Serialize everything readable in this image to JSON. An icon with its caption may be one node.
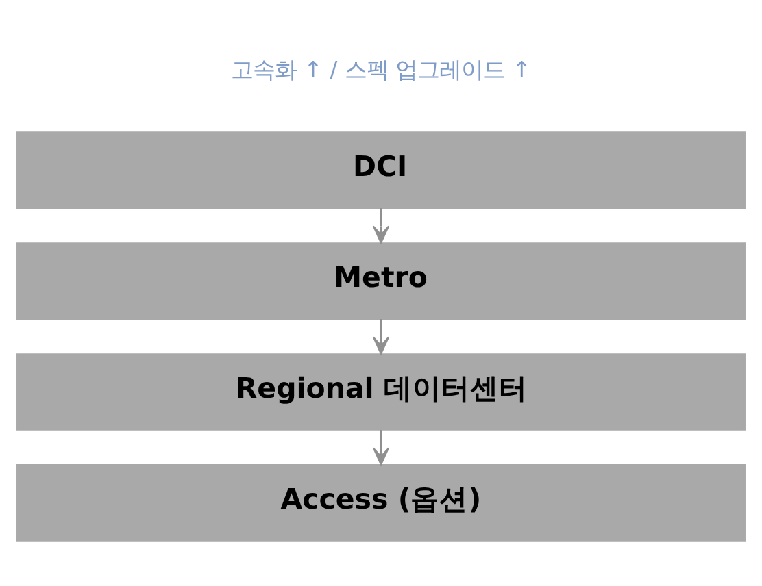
{
  "diagram": {
    "nodes": [
      {
        "text": [
          "DCI"
        ]
      },
      {
        "text": [
          "Metro"
        ]
      },
      {
        "text": [
          "Regional 데이터센터"
        ]
      },
      {
        "text": [
          "Access (옵션)"
        ]
      }
    ],
    "edges": [
      {
        "from": 0,
        "to": 1,
        "arrow": "to"
      },
      {
        "from": 1,
        "to": 2,
        "arrow": "to"
      },
      {
        "from": 2,
        "to": 3,
        "arrow": "to"
      }
    ],
    "labels": [
      "고속화 ↑ / 스펙 업그레이드 ↑"
    ]
  }
}
